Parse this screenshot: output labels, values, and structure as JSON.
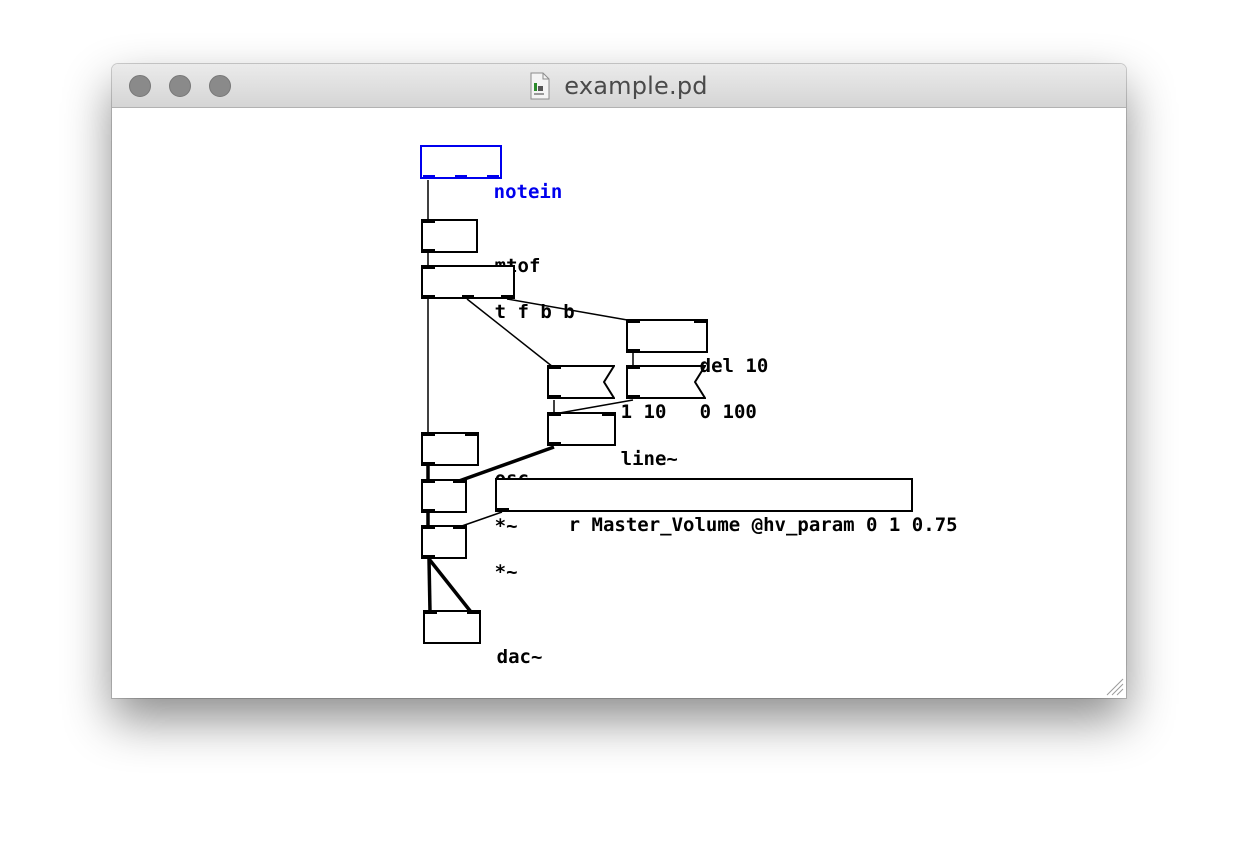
{
  "window": {
    "title": "example.pd",
    "controls": {
      "close": "close-button",
      "minimize": "minimize-button",
      "zoom": "zoom-button"
    },
    "document_icon": "pd-document-icon"
  },
  "patch": {
    "objects": {
      "notein": "notein",
      "mtof": "mtof",
      "trigger": "t f b b",
      "del": "del 10",
      "msg_attack": "1 10",
      "msg_release": "0 100",
      "line": "line~",
      "osc": "osc~",
      "mul1": "*~",
      "receive": "r Master_Volume @hv_param 0 1 0.75",
      "mul2": "*~",
      "dac": "dac~"
    },
    "selected_object": "notein",
    "colors": {
      "selected": "#0000ee",
      "normal": "#000000"
    }
  }
}
